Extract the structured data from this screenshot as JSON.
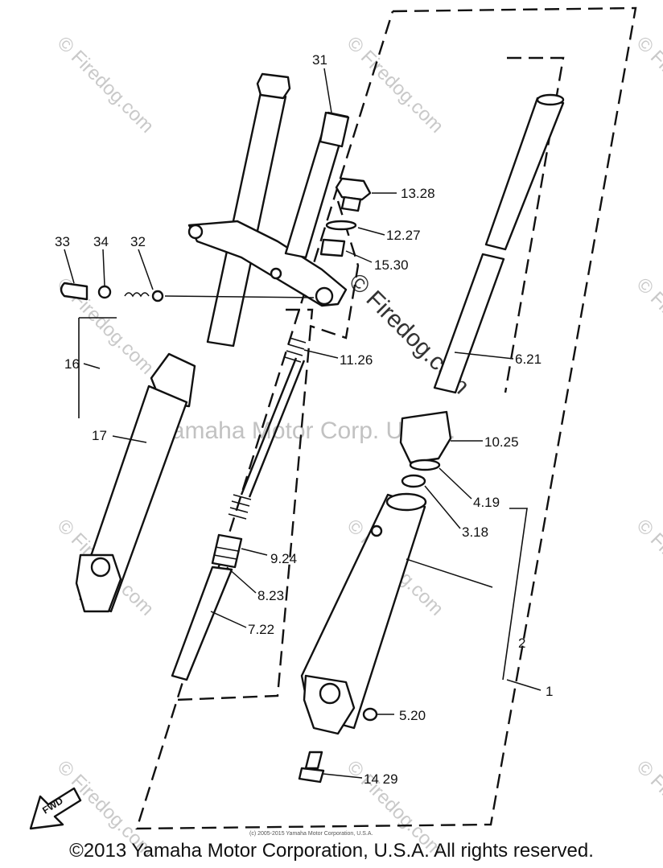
{
  "labels": {
    "p31": "31",
    "p13_28": "13.28",
    "p12_27": "12.27",
    "p15_30": "15.30",
    "p33": "33",
    "p34": "34",
    "p32": "32",
    "p11_26": "11.26",
    "p6_21": "6.21",
    "p16": "16",
    "p17": "17",
    "p10_25": "10.25",
    "p4_19": "4.19",
    "p3_18": "3.18",
    "p9_24": "9.24",
    "p8_23": "8.23",
    "p7_22": "7.22",
    "p2": "2",
    "p1": "1",
    "p5_20": "5.20",
    "p14_29": "14 29"
  },
  "fwd_label": "FWD",
  "watermark": {
    "site": "© Firedog.com",
    "company": "Yamaha Motor Corp. U.S.A."
  },
  "fine_print": "(c) 2005-2015 Yamaha Motor Corporation, U.S.A.",
  "copyright": "©2013 Yamaha Motor Corporation, U.S.A. All rights reserved."
}
